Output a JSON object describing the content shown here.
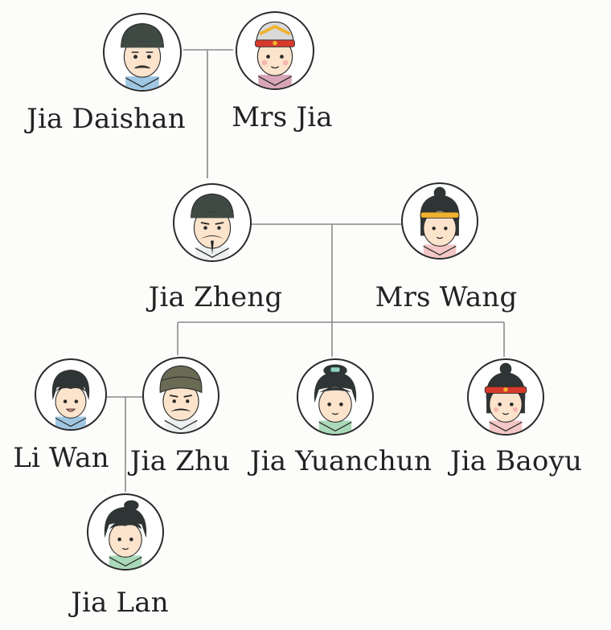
{
  "members": {
    "jia_daishan": {
      "name": "Jia Daishan"
    },
    "mrs_jia": {
      "name": "Mrs Jia"
    },
    "jia_zheng": {
      "name": "Jia Zheng"
    },
    "mrs_wang": {
      "name": "Mrs Wang"
    },
    "li_wan": {
      "name": "Li Wan"
    },
    "jia_zhu": {
      "name": "Jia Zhu"
    },
    "jia_yuanchun": {
      "name": "Jia Yuanchun"
    },
    "jia_baoyu": {
      "name": "Jia Baoyu"
    },
    "jia_lan": {
      "name": "Jia Lan"
    }
  },
  "colors": {
    "line": "#8a8a8a",
    "outline": "#2a2a2a",
    "skin": "#fbe3cc",
    "hair": "#2f3434",
    "official_hat": "#3f4a44",
    "headband_red": "#d63a2c",
    "headband_yellow": "#f0b12c",
    "robe_blue": "#9fc7e3",
    "robe_green": "#a9d9b8",
    "zhu_hat": "#6a6b55"
  }
}
